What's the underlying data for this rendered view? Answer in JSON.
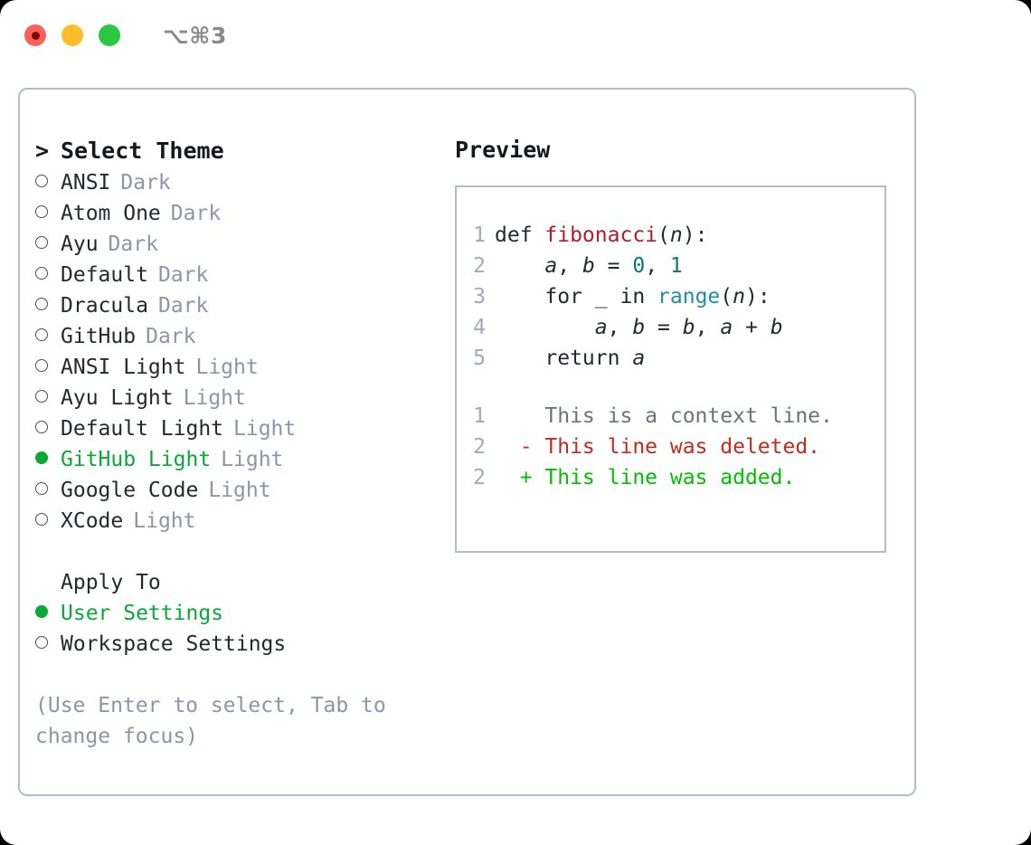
{
  "window": {
    "shortcut": "⌥⌘3",
    "traffic_lights": [
      {
        "name": "close",
        "color": "#ff6159"
      },
      {
        "name": "minimize",
        "color": "#ffbd2e"
      },
      {
        "name": "maximize",
        "color": "#28c840"
      }
    ]
  },
  "theme_picker": {
    "header_prompt": ">",
    "header": "Select Theme",
    "items": [
      {
        "marker": "empty",
        "label": "ANSI",
        "badge": "Dark",
        "selected": false
      },
      {
        "marker": "empty",
        "label": "Atom One",
        "badge": "Dark",
        "selected": false
      },
      {
        "marker": "empty",
        "label": "Ayu",
        "badge": "Dark",
        "selected": false
      },
      {
        "marker": "empty",
        "label": "Default",
        "badge": "Dark",
        "selected": false
      },
      {
        "marker": "empty",
        "label": "Dracula",
        "badge": "Dark",
        "selected": false
      },
      {
        "marker": "empty",
        "label": "GitHub",
        "badge": "Dark",
        "selected": false
      },
      {
        "marker": "empty",
        "label": "ANSI Light",
        "badge": "Light",
        "selected": false
      },
      {
        "marker": "empty",
        "label": "Ayu Light",
        "badge": "Light",
        "selected": false
      },
      {
        "marker": "empty",
        "label": "Default Light",
        "badge": "Light",
        "selected": false
      },
      {
        "marker": "filled",
        "label": "GitHub Light",
        "badge": "Light",
        "selected": true
      },
      {
        "marker": "empty",
        "label": "Google Code",
        "badge": "Light",
        "selected": false
      },
      {
        "marker": "empty",
        "label": "XCode",
        "badge": "Light",
        "selected": false
      }
    ]
  },
  "apply_to": {
    "title": "Apply To",
    "options": [
      {
        "marker": "filled",
        "label": "User Settings",
        "selected": true
      },
      {
        "marker": "empty",
        "label": "Workspace Settings",
        "selected": false
      }
    ]
  },
  "hint": "(Use Enter to select, Tab to change focus)",
  "preview": {
    "title": "Preview",
    "code_lines": [
      {
        "no": "1",
        "tokens": [
          {
            "t": "def ",
            "k": "kw"
          },
          {
            "t": "fibonacci",
            "k": "fn"
          },
          {
            "t": "(",
            "k": "punc"
          },
          {
            "t": "n",
            "k": "var"
          },
          {
            "t": "):",
            "k": "punc"
          }
        ]
      },
      {
        "no": "2",
        "tokens": [
          {
            "t": "    ",
            "k": "kw"
          },
          {
            "t": "a",
            "k": "var"
          },
          {
            "t": ", ",
            "k": "punc"
          },
          {
            "t": "b",
            "k": "var"
          },
          {
            "t": " = ",
            "k": "punc"
          },
          {
            "t": "0",
            "k": "num"
          },
          {
            "t": ", ",
            "k": "punc"
          },
          {
            "t": "1",
            "k": "num"
          }
        ]
      },
      {
        "no": "3",
        "tokens": [
          {
            "t": "    for ",
            "k": "kw"
          },
          {
            "t": "_",
            "k": "var"
          },
          {
            "t": " in ",
            "k": "kw"
          },
          {
            "t": "range",
            "k": "call"
          },
          {
            "t": "(",
            "k": "punc"
          },
          {
            "t": "n",
            "k": "var"
          },
          {
            "t": "):",
            "k": "punc"
          }
        ]
      },
      {
        "no": "4",
        "tokens": [
          {
            "t": "        ",
            "k": "kw"
          },
          {
            "t": "a",
            "k": "var"
          },
          {
            "t": ", ",
            "k": "punc"
          },
          {
            "t": "b",
            "k": "var"
          },
          {
            "t": " = ",
            "k": "punc"
          },
          {
            "t": "b",
            "k": "var"
          },
          {
            "t": ", ",
            "k": "punc"
          },
          {
            "t": "a",
            "k": "var"
          },
          {
            "t": " + ",
            "k": "punc"
          },
          {
            "t": "b",
            "k": "var"
          }
        ]
      },
      {
        "no": "5",
        "tokens": [
          {
            "t": "    return ",
            "k": "kw"
          },
          {
            "t": "a",
            "k": "var"
          }
        ]
      }
    ],
    "diff_lines": [
      {
        "no": "1",
        "sign": " ",
        "text": "This is a context line.",
        "kind": "ctx"
      },
      {
        "no": "2",
        "sign": "-",
        "text": "This line was deleted.",
        "kind": "del"
      },
      {
        "no": "2",
        "sign": "+",
        "text": "This line was added.",
        "kind": "add"
      }
    ]
  },
  "colors": {
    "accent_green": "#0aa836",
    "badge_gray": "#8b96a8",
    "border": "#b4bcc9",
    "diff_add": "#00c000",
    "diff_del": "#c42b1c",
    "diff_ctx": "#6a737d",
    "fn_name": "#b31d28",
    "call_name": "#1f8fa8",
    "number": "#0a7a6a"
  }
}
